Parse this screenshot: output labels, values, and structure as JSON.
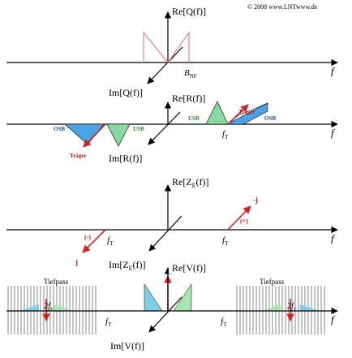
{
  "copyright": "© 2008 www.LNTwww.de",
  "colors": {
    "axis": "#000000",
    "pink": "#e98b8b",
    "green": "#88d8a0",
    "blue": "#4aa3e6",
    "red": "#d42020",
    "cyan": "#7fd0e6",
    "lightgreen": "#a8e6b0"
  },
  "panel1": {
    "re_label": "Re[Q(f)]",
    "im_label": "Im[Q(f)]",
    "f_label": "f",
    "bnf_label": "B",
    "bnf_sub": "NF"
  },
  "panel2": {
    "re_label": "Re[R(f)]",
    "im_label": "Im[R(f)]",
    "f_label": "f",
    "usb_right": "USB",
    "osb_right": "OSB",
    "traeger_right": "Träger",
    "osb_left": "OSB",
    "usb_left": "USB",
    "traeger_left": "Träger",
    "ft_label": "f",
    "ft_sub": "T"
  },
  "panel3": {
    "re_label": "Re[Z",
    "re_sub": "E",
    "re_tail": "(f)]",
    "im_label": "Im[Z",
    "im_sub": "E",
    "im_tail": "(f)]",
    "f_label": "f",
    "minus_j": "-j",
    "plus_sign": "(+)",
    "minus_sign": "(-)",
    "j": "j",
    "ft_left": "f",
    "ft_right": "f",
    "ft_sub": "T"
  },
  "panel4": {
    "re_label": "Re[V(f)]",
    "im_label": "Im[V(f)]",
    "f_label": "f",
    "tiefpass_left": "Tiefpass",
    "tiefpass_right": "Tiefpass",
    "two_ft_left": "2f",
    "two_ft_right": "2f",
    "ft_left": "f",
    "ft_right": "f",
    "ft_sub": "T"
  }
}
